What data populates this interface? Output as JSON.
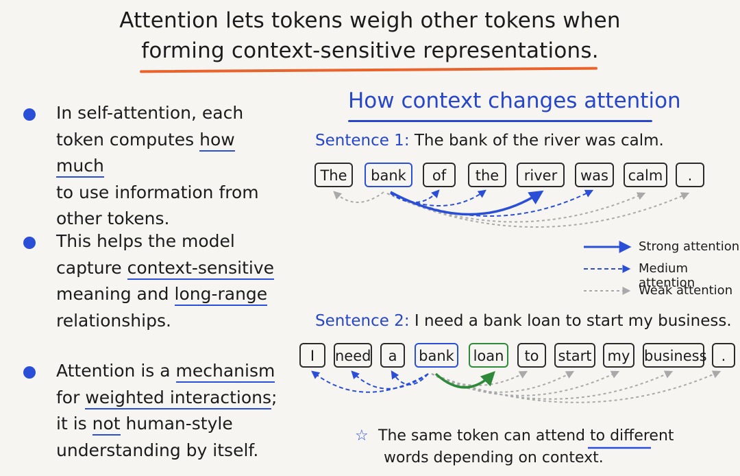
{
  "title": {
    "line1": "Attention lets tokens weigh other tokens when",
    "line2": "forming context-sensitive representations."
  },
  "bullets": [
    {
      "l1a": "In self-attention, each",
      "l2a": "token computes ",
      "l2u": "how much",
      "l3": "to use information from",
      "l4": "other tokens."
    },
    {
      "l1": "This helps the model",
      "l2a": "capture ",
      "l2u": "context-sensitive",
      "l3a": "meaning and ",
      "l3u": "long-range",
      "l4": "relationships."
    },
    {
      "l1a": "Attention is a ",
      "l1u": "mechanism",
      "l2a": "for ",
      "l2u": "weighted interactions",
      "l2b": ";",
      "l3a": "it is ",
      "l3u": "not",
      "l3b": " human-style",
      "l4": "understanding by itself."
    }
  ],
  "diagram": {
    "heading": "How context changes attention",
    "sentence1": {
      "label": "Sentence 1:",
      "text": " The bank of the river was calm.",
      "tokens": [
        "The",
        "bank",
        "of",
        "the",
        "river",
        "was",
        "calm",
        "."
      ]
    },
    "sentence2": {
      "label": "Sentence 2:",
      "text": " I need a bank loan to start my business.",
      "tokens": [
        "I",
        "need",
        "a",
        "bank",
        "loan",
        "to",
        "start",
        "my",
        "business",
        "."
      ]
    },
    "legend": {
      "strong": "Strong attention",
      "medium": "Medium attention",
      "weak": "Weak attention"
    },
    "note": {
      "l1a": "The same token can attend to ",
      "l1u": "different",
      "l2": "words depending on context."
    },
    "colors": {
      "strong": "#2a4fd6",
      "green": "#2e8a3a",
      "weak": "#a9a9a9",
      "accent": "#e8642c"
    }
  }
}
